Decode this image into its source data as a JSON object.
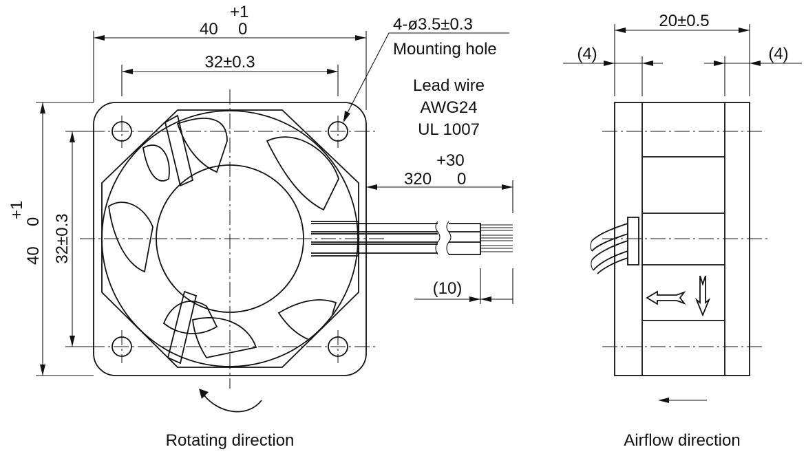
{
  "front_view": {
    "width_dim": {
      "main": "40",
      "plus": "+1",
      "minus": "0"
    },
    "pitch_dim_h": "32±0.3",
    "height_dim": {
      "main": "40",
      "plus": "+1",
      "minus": "0"
    },
    "pitch_dim_v": "32±0.3",
    "mounting_hole": {
      "spec": "4-ø3.5±0.3",
      "label": "Mounting hole"
    },
    "lead_wire": {
      "line1": "Lead wire",
      "line2": "AWG24",
      "line3": "UL 1007"
    },
    "wire_length": {
      "main": "320",
      "plus": "+30",
      "minus": "0"
    },
    "strip_length": "(10)",
    "caption": "Rotating direction"
  },
  "side_view": {
    "depth_dim": "20±0.5",
    "flange_left": "(4)",
    "flange_right": "(4)",
    "caption": "Airflow direction"
  }
}
